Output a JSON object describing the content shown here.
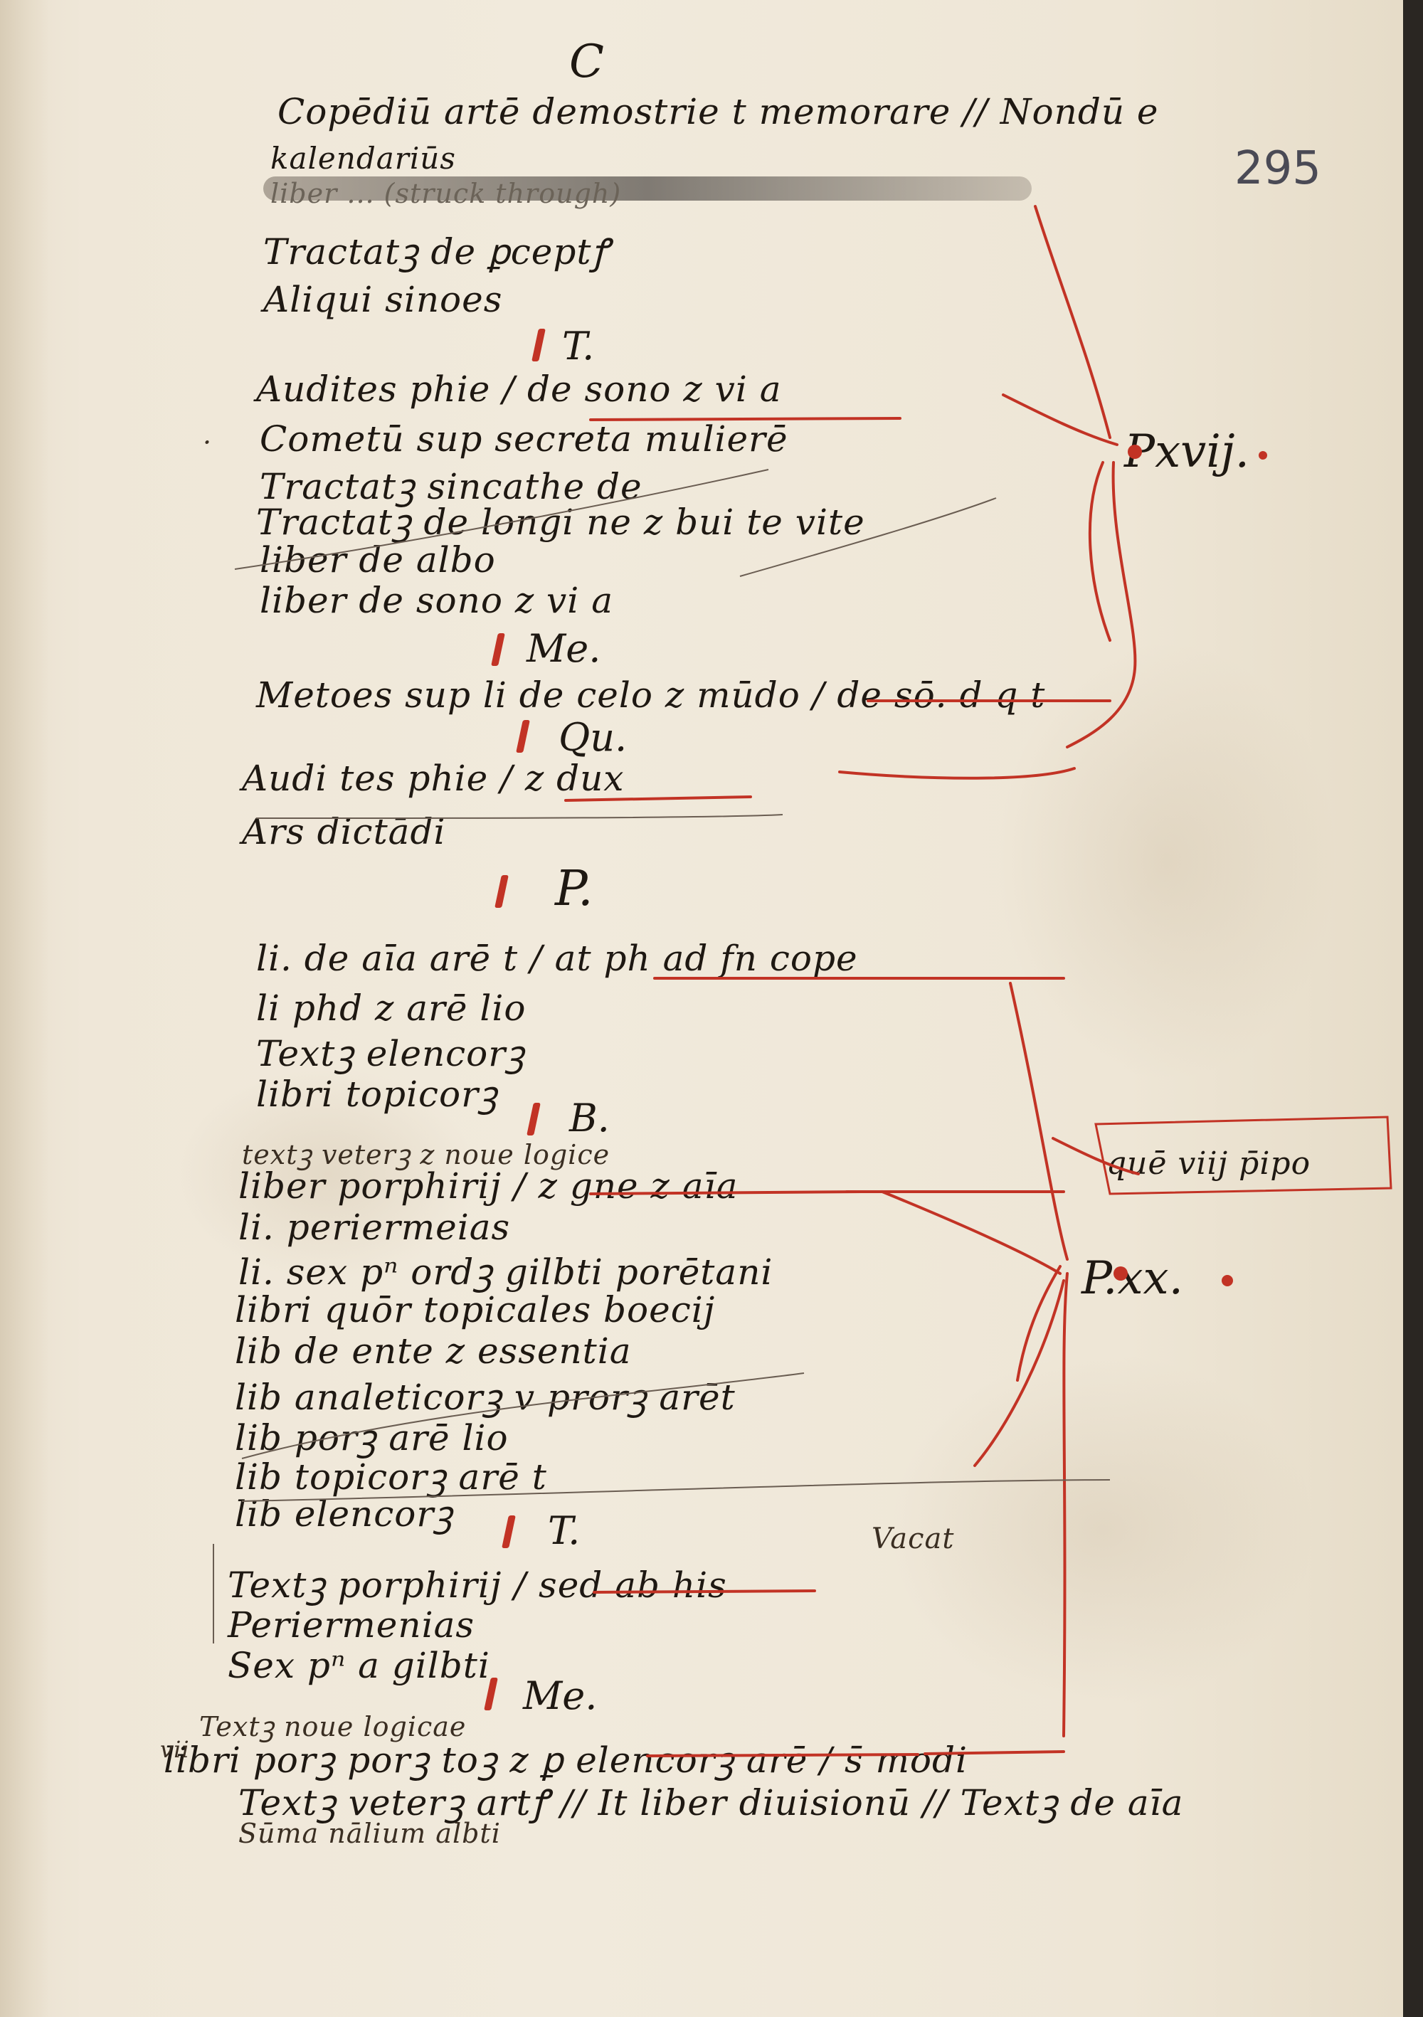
{
  "folio_number": "295",
  "colors": {
    "ink": "#1e1812",
    "rubric": "#c23325",
    "parchment": "#f1eadc"
  },
  "header_letter": "C",
  "lines": [
    "Copēdiū artē demostrie t memorare // Nondū e",
    "kalendariūs",
    "liber ... (struck through)",
    "Tractatꝫ de ꝑceptꝭ",
    "Aliqui sinoes",
    "T.",
    "Audites phie / de sono z vi a",
    "Cometū sup secreta mulierē",
    "Tractatꝫ sincathe de",
    "Tractatꝫ de longi ne z bui te vite",
    "liber de albo",
    "liber de sono z vi a",
    "Me.",
    "Metoes sup li de celo z mūdo / de sō. d q t",
    "Qu.",
    "Audi tes phie / z dux",
    "Ars dictādi",
    "P.",
    "li. de aīa arē t / at ph ad fn cope",
    "li phd z arē lio",
    "Textꝫ elencorꝫ",
    "libri topicorꝫ",
    "B.",
    "textꝫ veterꝫ z noue logice",
    "liber porphirij / z gne z aīa",
    "li. periermeias",
    "li. sex pⁿ ordꝫ gilbti porētani",
    "libri quōr topicales boecij",
    "lib de ente z essentia",
    "lib analeticorꝫ v prorꝫ arēt",
    "lib porꝫ arē lio",
    "lib topicorꝫ arē t",
    "lib elencorꝫ",
    "T.",
    "Textꝫ porphirij / sed ab his",
    "Periermenias",
    "Sex pⁿ a gilbti",
    "Me.",
    "Textꝫ noue logicae",
    "libri porꝫ porꝫ toꝫ z ꝑ elencorꝫ arē / s̄ modi",
    "Textꝫ veterꝫ artꝭ // It liber diuisionū // Textꝫ de aīa",
    "Sūma nālium albti"
  ],
  "side_notes": {
    "mark_left": "·",
    "mark_left_2": "vii",
    "vacat": "Vacat"
  },
  "shelfmarks": {
    "upper": "Pxvij.",
    "lower": "P.xx.",
    "lower_note": "quē viij p̄ipo"
  }
}
